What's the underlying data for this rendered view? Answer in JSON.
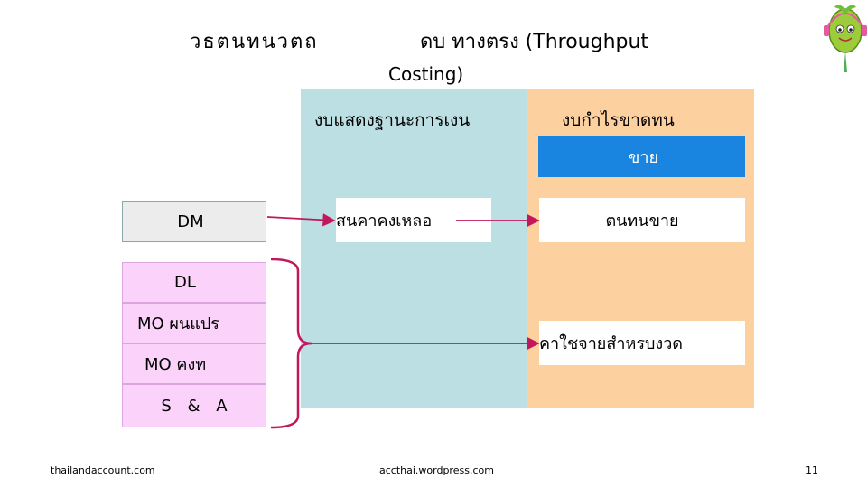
{
  "title": {
    "part1": "วธตนทนวตถ",
    "part2": "ดบ ทางตรง (Throughput",
    "part3": "Costing)"
  },
  "panels": {
    "balance_sheet_header": "งบแสดงฐานะการเงน",
    "income_statement_header": "งบกำไรขาดทน"
  },
  "boxes": {
    "sales": "ขาย",
    "ending_inventory": "สนคาคงเหลอ",
    "cogs": "ตนทนขาย",
    "period_expense": "คาใชจายสำหรบงวด"
  },
  "cost_items": {
    "dm": "DM",
    "dl": "DL",
    "mo_variable": "MO ผนแปร",
    "mo_fixed": "MO คงท",
    "sga": "S & A"
  },
  "footer": {
    "left": "thailandaccount.com",
    "center": "accthai.wordpress.com",
    "page": "11"
  },
  "colors": {
    "balance_panel": "#bcdfe3",
    "income_panel": "#fdd09f",
    "sales_box": "#1a85e0",
    "cost_pink": "#fbd3fa",
    "arrow": "#c2185b"
  },
  "icons": {
    "logo": "cartoon-mascot-icon"
  }
}
